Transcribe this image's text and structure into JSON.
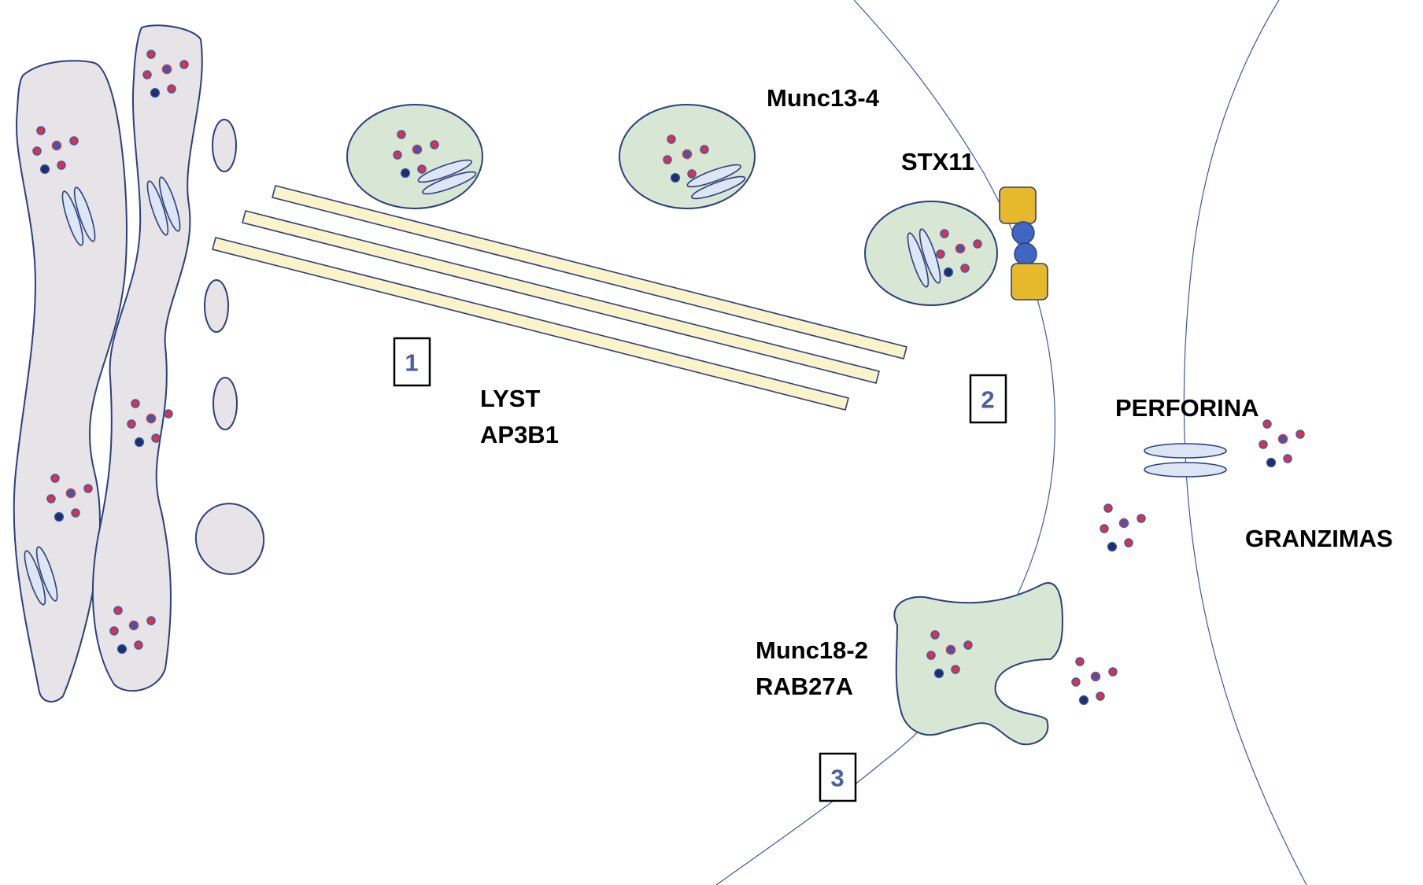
{
  "labels": {
    "munc13": "Munc13-4",
    "stx11": "STX11",
    "lyst": "LYST",
    "ap3b1": "AP3B1",
    "perforina": "PERFORINA",
    "granzimas": "GRANZIMAS",
    "munc18": "Munc18-2",
    "rab27a": "RAB27A"
  },
  "steps": [
    "1",
    "2",
    "3"
  ],
  "colors": {
    "vesicle_fill": "#d8e7d4",
    "cell_fill": "#e7e4e7",
    "outline": "#2b3f7e",
    "microtubule_fill": "#fbf3c9",
    "snare_square": "#e6b92c",
    "snare_circle": "#3e66c2",
    "granule_red": "#d9324a",
    "granule_blue": "#3e5aa8",
    "step_number": "#4a5fa8"
  },
  "icons": [
    "granule-cluster-icon",
    "golgi-stack-icon",
    "perforin-pore-icon",
    "snare-complex-icon"
  ]
}
